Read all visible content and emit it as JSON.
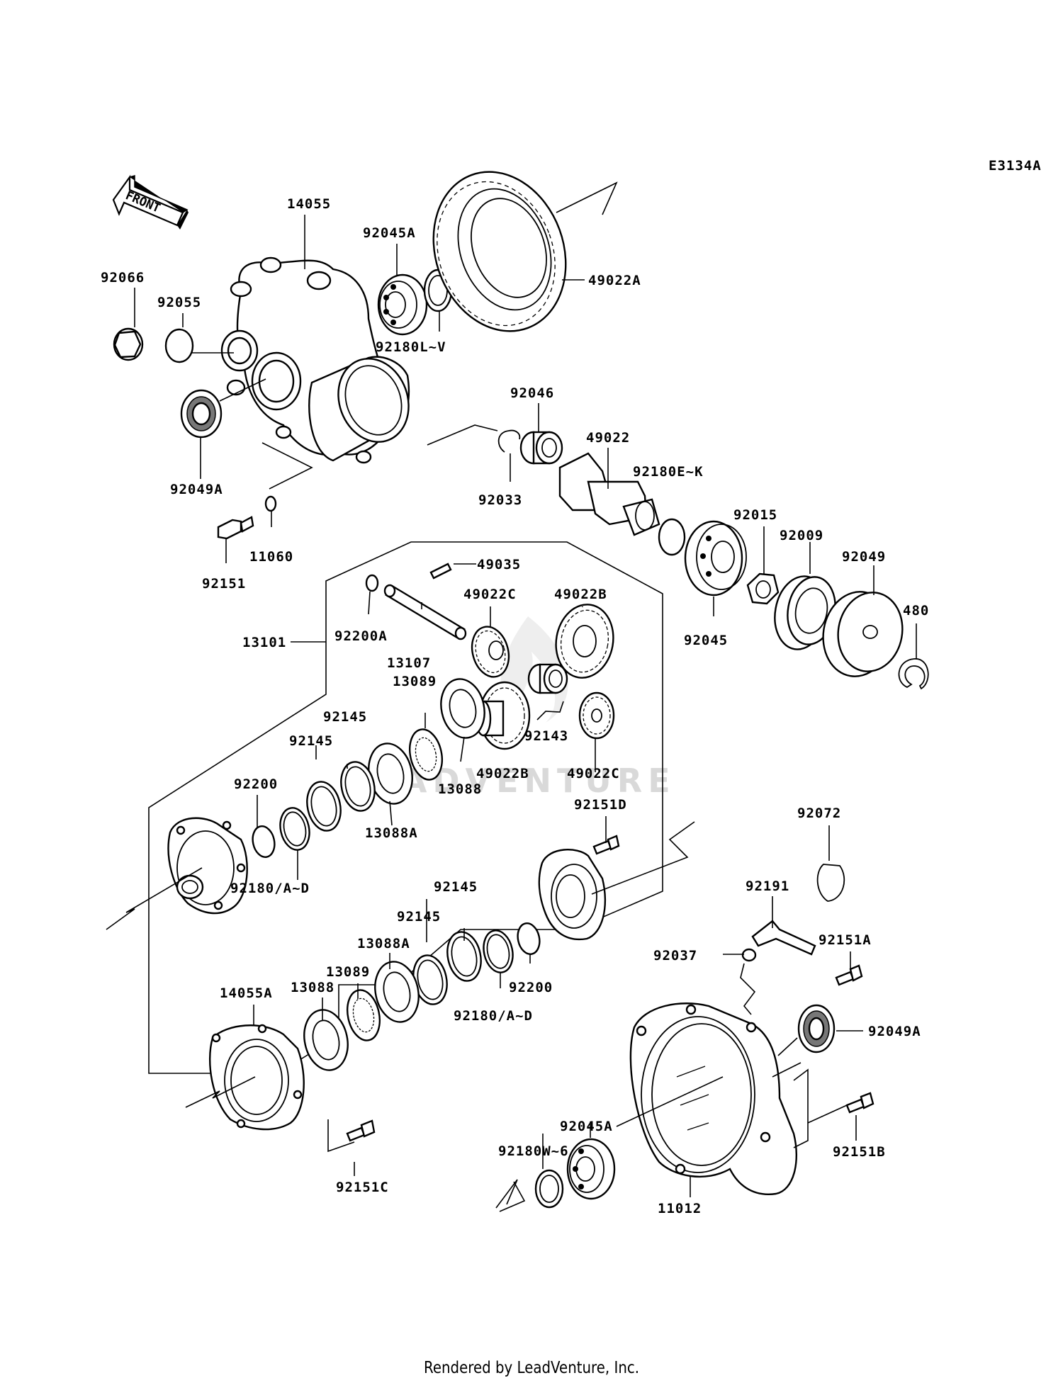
{
  "diagram_code": "E3134A",
  "front_arrow_text": "FRONT",
  "watermark_text": "LEADVENTURE",
  "footer_text": "Rendered by LeadVenture, Inc.",
  "parts": [
    {
      "id": "p14055",
      "label": "14055"
    },
    {
      "id": "p92045A_top",
      "label": "92045A"
    },
    {
      "id": "p49022A",
      "label": "49022A"
    },
    {
      "id": "p92066",
      "label": "92066"
    },
    {
      "id": "p92055",
      "label": "92055"
    },
    {
      "id": "p92180LV",
      "label": "92180L~V"
    },
    {
      "id": "p92046",
      "label": "92046"
    },
    {
      "id": "p49022",
      "label": "49022"
    },
    {
      "id": "p92180EK",
      "label": "92180E~K"
    },
    {
      "id": "p92049A_top",
      "label": "92049A"
    },
    {
      "id": "p92033",
      "label": "92033"
    },
    {
      "id": "p92015",
      "label": "92015"
    },
    {
      "id": "p92009",
      "label": "92009"
    },
    {
      "id": "p92049",
      "label": "92049"
    },
    {
      "id": "p11060",
      "label": "11060"
    },
    {
      "id": "p92151",
      "label": "92151"
    },
    {
      "id": "p49035",
      "label": "49035"
    },
    {
      "id": "p480",
      "label": "480"
    },
    {
      "id": "p49022C_top",
      "label": "49022C"
    },
    {
      "id": "p49022B_top",
      "label": "49022B"
    },
    {
      "id": "p13101",
      "label": "13101"
    },
    {
      "id": "p92200A",
      "label": "92200A"
    },
    {
      "id": "p13107",
      "label": "13107"
    },
    {
      "id": "p92045",
      "label": "92045"
    },
    {
      "id": "p13089_top",
      "label": "13089"
    },
    {
      "id": "p92145_a",
      "label": "92145"
    },
    {
      "id": "p92145_b",
      "label": "92145"
    },
    {
      "id": "p92143",
      "label": "92143"
    },
    {
      "id": "p49022B_mid",
      "label": "49022B"
    },
    {
      "id": "p49022C_mid",
      "label": "49022C"
    },
    {
      "id": "p92200_left",
      "label": "92200"
    },
    {
      "id": "p13088_top",
      "label": "13088"
    },
    {
      "id": "p92151D",
      "label": "92151D"
    },
    {
      "id": "p13088A_top",
      "label": "13088A"
    },
    {
      "id": "p92072",
      "label": "92072"
    },
    {
      "id": "p92180AD_left",
      "label": "92180/A~D"
    },
    {
      "id": "p92191",
      "label": "92191"
    },
    {
      "id": "p92145_c",
      "label": "92145"
    },
    {
      "id": "p92145_d",
      "label": "92145"
    },
    {
      "id": "p92151A",
      "label": "92151A"
    },
    {
      "id": "p13088A_bot",
      "label": "13088A"
    },
    {
      "id": "p13089_bot",
      "label": "13089"
    },
    {
      "id": "p92037",
      "label": "92037"
    },
    {
      "id": "p13088_bot",
      "label": "13088"
    },
    {
      "id": "p92200_right",
      "label": "92200"
    },
    {
      "id": "p14055A",
      "label": "14055A"
    },
    {
      "id": "p92180AD_right",
      "label": "92180/A~D"
    },
    {
      "id": "p92049A_bot",
      "label": "92049A"
    },
    {
      "id": "p92045A_bot",
      "label": "92045A"
    },
    {
      "id": "p92180W6",
      "label": "92180W~6"
    },
    {
      "id": "p92151B",
      "label": "92151B"
    },
    {
      "id": "p92151C",
      "label": "92151C"
    },
    {
      "id": "p11012",
      "label": "11012"
    }
  ]
}
